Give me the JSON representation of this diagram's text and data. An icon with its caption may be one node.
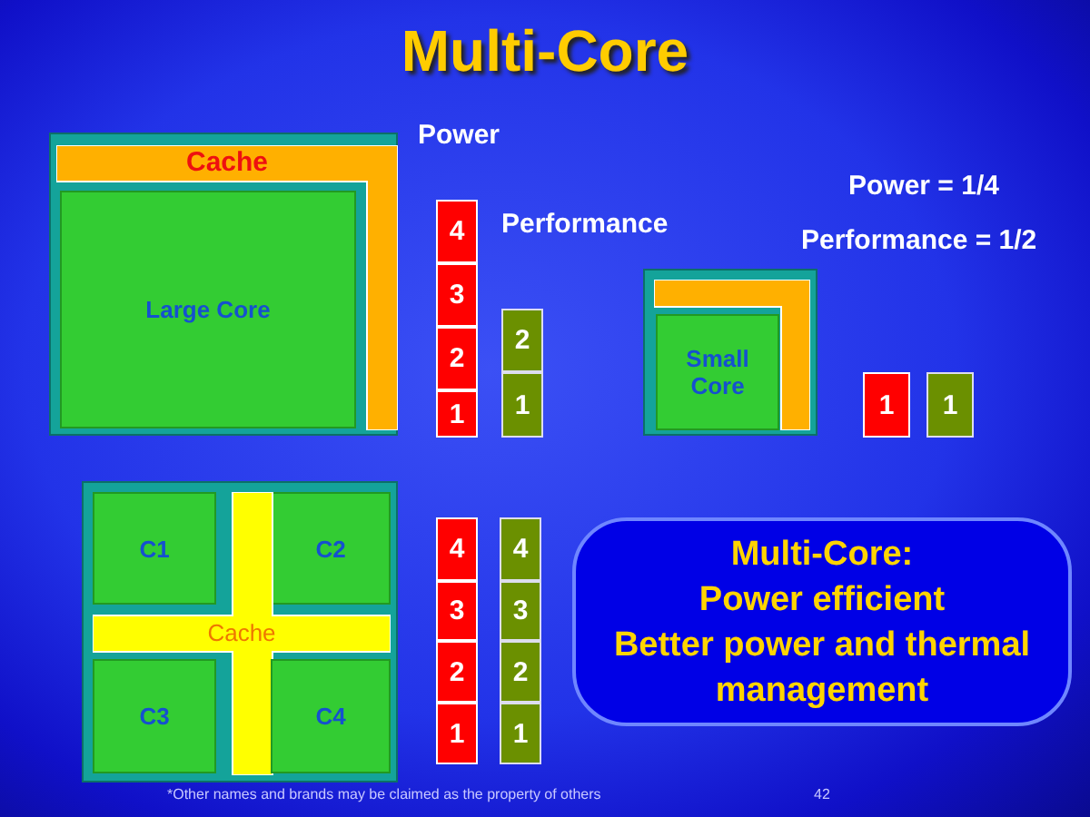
{
  "diagram": {
    "title": "Multi-Core",
    "nodes": [
      {
        "text": [],
        "shape": "box"
      },
      {
        "text": [
          "Cache"
        ],
        "in": 0
      },
      {
        "text": [
          "Large Core"
        ],
        "in": 0
      },
      {
        "text": [
          "4"
        ]
      },
      {
        "text": [
          "3"
        ]
      },
      {
        "text": [
          "2"
        ]
      },
      {
        "text": [
          "1"
        ]
      },
      {
        "text": [
          "2"
        ]
      },
      {
        "text": [
          "1"
        ]
      },
      {
        "text": [],
        "shape": "box"
      },
      {
        "text": [],
        "shape": "bar",
        "in": 9
      },
      {
        "text": [
          "Small Core"
        ],
        "in": 9
      },
      {
        "text": [
          "1"
        ]
      },
      {
        "text": [
          "1"
        ]
      },
      {
        "text": [],
        "shape": "box"
      },
      {
        "text": [
          "C1"
        ],
        "in": 14
      },
      {
        "text": [
          "C2"
        ],
        "in": 14
      },
      {
        "text": [
          "Cache"
        ],
        "in": 14
      },
      {
        "text": [
          "C3"
        ],
        "in": 14
      },
      {
        "text": [
          "C4"
        ],
        "in": 14
      },
      {
        "text": [
          "4"
        ]
      },
      {
        "text": [
          "3"
        ]
      },
      {
        "text": [
          "2"
        ]
      },
      {
        "text": [
          "1"
        ]
      },
      {
        "text": [
          "4"
        ]
      },
      {
        "text": [
          "3"
        ]
      },
      {
        "text": [
          "2"
        ]
      },
      {
        "text": [
          "1"
        ]
      },
      {
        "text": [
          "Multi-Core:",
          "Power efficient",
          "Better power and thermal management"
        ]
      }
    ],
    "edges": [],
    "labels": [
      "Power",
      "Performance",
      "Power = 1/4",
      "Performance = 1/2",
      "*Other names and brands may be claimed as the property of others",
      "42"
    ]
  }
}
